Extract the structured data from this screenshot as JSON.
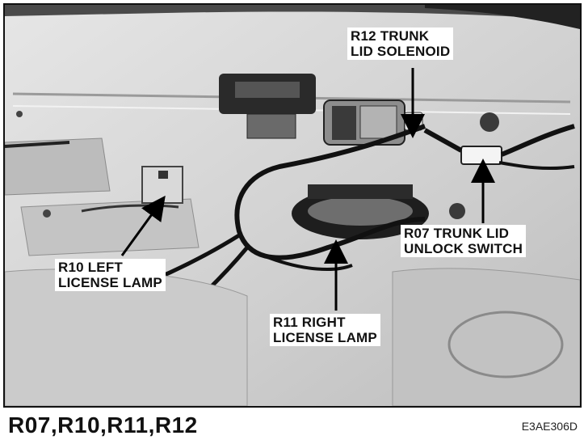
{
  "callouts": {
    "r12": {
      "line1": "R12 TRUNK",
      "line2": "LID SOLENOID"
    },
    "r07": {
      "line1": "R07 TRUNK LID",
      "line2": "UNLOCK SWITCH"
    },
    "r10": {
      "line1": "R10 LEFT",
      "line2": "LICENSE LAMP"
    },
    "r11": {
      "line1": "R11 RIGHT",
      "line2": "LICENSE LAMP"
    }
  },
  "caption": "R07,R10,R11,R12",
  "figure_code": "E3AE306D"
}
